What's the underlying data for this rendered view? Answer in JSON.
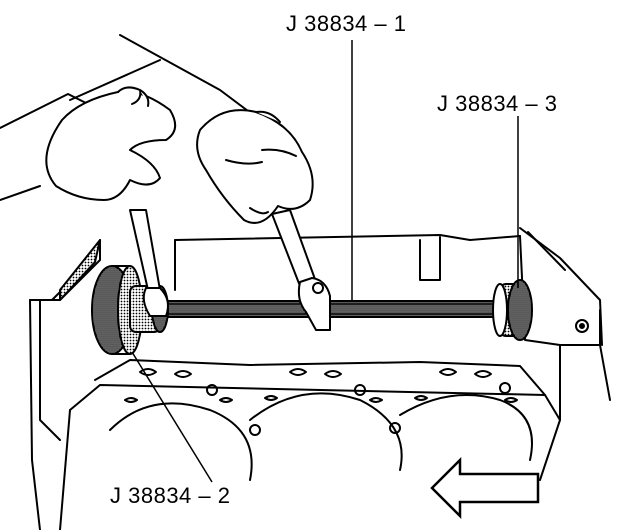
{
  "callouts": {
    "screw_assembly": "J 38834 – 1",
    "left_bushing": "J 38834 – 2",
    "right_bushing": "J 38834 – 3"
  },
  "colors": {
    "ink": "#000000",
    "paper": "#ffffff",
    "shading": "#8a8a8a"
  },
  "icons": {
    "direction_arrow": "left-arrow-icon"
  }
}
